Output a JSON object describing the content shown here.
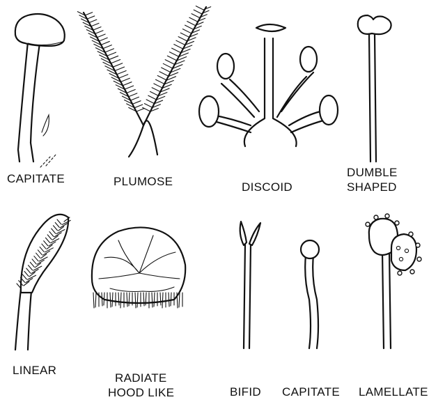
{
  "labels": {
    "capitate_top": "CAPITATE",
    "plumose": "PLUMOSE",
    "discoid": "DISCOID",
    "dumble_1": "DUMBLE",
    "dumble_2": "SHAPED",
    "linear": "LINEAR",
    "radiate_1": "RADIATE",
    "radiate_2": "HOOD LIKE",
    "bifid": "BIFID",
    "capitate_bottom": "CAPITATE",
    "lamellate": "LAMELLATE"
  }
}
